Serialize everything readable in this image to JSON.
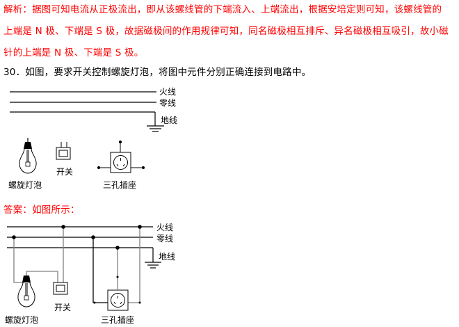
{
  "analysis": {
    "line1": "解析：据图可知电流从正极流出，即从该螺线管的下端流入、上端流出，根据安培定则可知，该螺线管的",
    "line2": "上端是 N 极、下端是 S 极，故据磁极间的作用规律可知，同名磁极相互排斥、异名磁极相互吸引，故小磁",
    "line3": "针的上端是 N 极、下端是 S 极。"
  },
  "question": {
    "text": "30．如图，要求开关控制螺旋灯泡，将图中元件分别正确连接到电路中。"
  },
  "diagram_question": {
    "labels": {
      "live": "火线",
      "neutral": "零线",
      "ground": "地线",
      "bulb": "螺旋灯泡",
      "switch": "开关",
      "socket": "三孔插座"
    }
  },
  "answer": {
    "title": "答案：如图所示："
  },
  "diagram_answer": {
    "labels": {
      "live": "火线",
      "neutral": "零线",
      "ground": "地线",
      "bulb": "螺旋灯泡",
      "switch": "开关",
      "socket": "三孔插座"
    }
  },
  "colors": {
    "text_red": "#ff0000",
    "text_black": "#000000",
    "wire_gray": "#808080"
  }
}
